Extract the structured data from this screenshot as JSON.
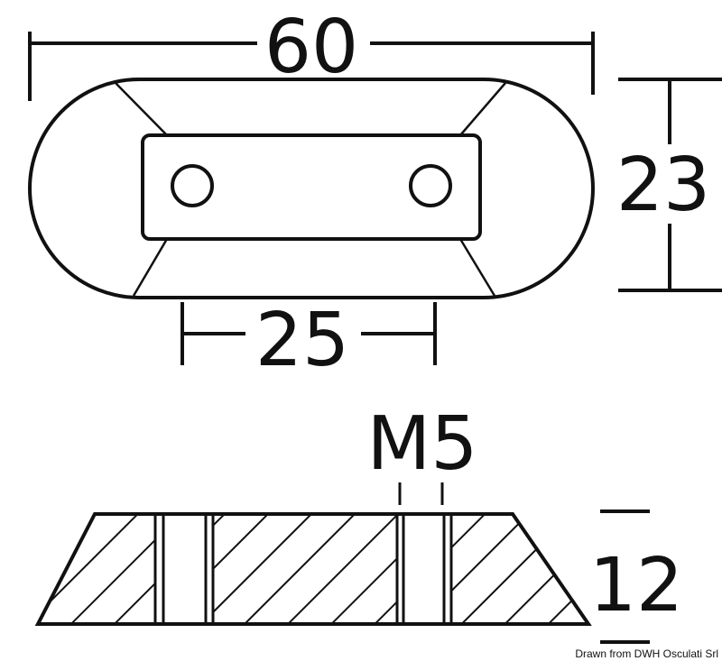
{
  "dimensions": {
    "length": "60",
    "width": "23",
    "hole_spacing": "25",
    "thread": "M5",
    "height": "12"
  },
  "credit": "Drawn from DWH Osculati Srl",
  "colors": {
    "line": "#111111",
    "background": "#ffffff"
  }
}
